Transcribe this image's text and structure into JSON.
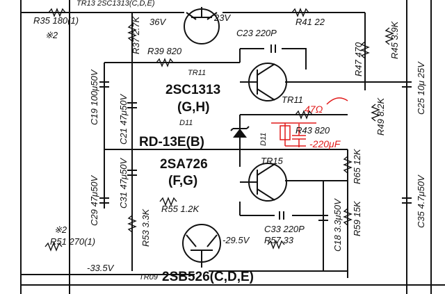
{
  "top_cut_label": "TR13 2SC1313(C,D,E)",
  "labels": {
    "r35": "R35 180(1)",
    "star2_top": "※2",
    "r37": "R37 2.7K",
    "v36": "36V",
    "v23": "23V",
    "r41": "R41 22",
    "r39": "R39 820",
    "c23": "C23 220P",
    "tr11_top": "TR11",
    "part_tr11": "2SC1313",
    "rank_tr11": "(G,H)",
    "tr11_right": "TR11",
    "c19": "C19 100μ50V",
    "c21": "C21 47μ50V",
    "d11_top": "D11",
    "part_d11": "RD-13E(B)",
    "d11_side": "D11",
    "r43": "R43 820",
    "part_tr15": "2SA726",
    "rank_tr15": "(F,G)",
    "tr15_label": "TR15",
    "c31": "C31 47μ50V",
    "c29": "C29 47μ50V",
    "r55": "R55 1.2K",
    "r53": "R53 3.3K",
    "star2_bottom": "※2",
    "r51": "R51 270(1)",
    "v_neg295": "-29.5V",
    "r57": "R57 33",
    "c33": "C33 220P",
    "c18": "C18 3.3μ50V",
    "r59": "R59 15K",
    "r65": "R65 12K",
    "v_neg335": "-33.5V",
    "tr09": "TR09",
    "part_tr09": "2SB526(C,D,E)",
    "r47": "R47 470",
    "r45": "R45 3.9K",
    "r49": "R49 8.2K",
    "c25": "C25 10μ 25V",
    "c35": "C35 4.7μ50V",
    "anno_47": "47Ω",
    "anno_220": "-220μF"
  },
  "colors": {
    "ink": "#111111",
    "annotation": "#e01818"
  }
}
